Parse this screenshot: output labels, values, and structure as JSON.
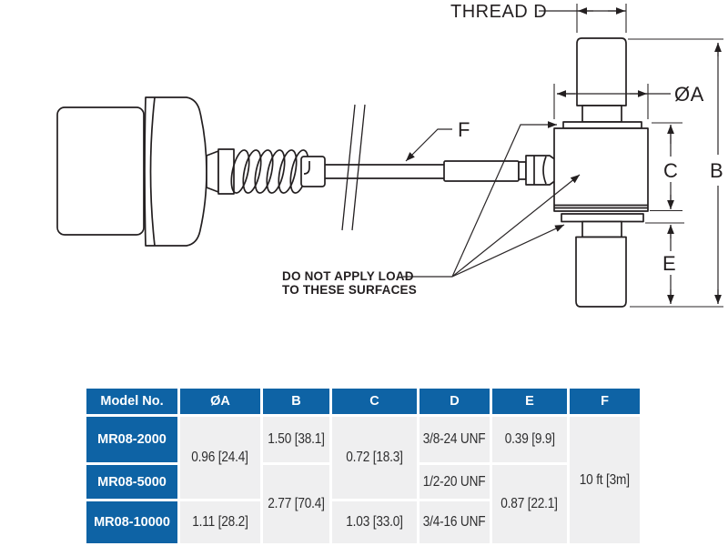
{
  "diagram": {
    "labels": {
      "thread_d": "THREAD D",
      "dia_a": "ØA",
      "b": "B",
      "c": "C",
      "e": "E",
      "f": "F"
    },
    "note": {
      "line1": "DO NOT APPLY LOAD",
      "line2": "TO THESE SURFACES"
    }
  },
  "table": {
    "headers": [
      "Model No.",
      "ØA",
      "B",
      "C",
      "D",
      "E",
      "F"
    ],
    "models": [
      "MR08-2000",
      "MR08-5000",
      "MR08-10000"
    ],
    "values": {
      "a_top": "0.96 [24.4]",
      "a_bottom": "1.11 [28.2]",
      "b_top": "1.50 [38.1]",
      "b_bottom": "2.77 [70.4]",
      "c_top": "0.72 [18.3]",
      "c_bottom": "1.03 [33.0]",
      "d_row1": "3/8-24 UNF",
      "d_row2": "1/2-20 UNF",
      "d_row3": "3/4-16 UNF",
      "e_top": "0.39 [9.9]",
      "e_bottom": "0.87 [22.1]",
      "f_all": "10 ft [3m]"
    }
  },
  "colors": {
    "table_blue": "#0e63a5",
    "cell_gray": "#efeff0",
    "line": "#231f20"
  }
}
